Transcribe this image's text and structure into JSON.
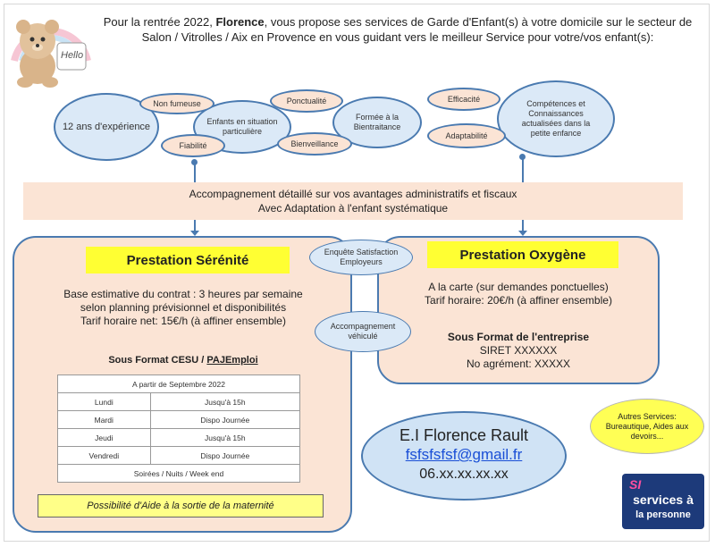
{
  "intro": {
    "part1": "Pour la rentrée 2022, ",
    "name": "Florence",
    "part2": ", vous propose ses services de Garde d'Enfant(s)  à votre domicile sur le secteur de Salon / Vitrolles / Aix en Provence en vous guidant vers le meilleur Service pour votre/vos enfant(s):"
  },
  "logo_hello": "Hello",
  "bubbles": {
    "experience": "12 ans d'expérience",
    "non_fumeuse": "Non fumeuse",
    "fiabilite": "Fiabilité",
    "enfants": "Enfants en situation particulière",
    "ponctualite": "Ponctualité",
    "bienveillance": "Bienveillance",
    "formee": "Formée à la Bientraitance",
    "efficacite": "Efficacité",
    "adaptabilite": "Adaptabilité",
    "competences": "Compétences et Connaissances actualisées dans la petite enfance"
  },
  "band": {
    "line1": "Accompagnement  détaillé  sur vos avantages administratifs et fiscaux",
    "line2": "Avec Adaptation à l'enfant systématique"
  },
  "serenite": {
    "title": "Prestation  Sérénité",
    "line1": "Base estimative du contrat : 3 heures par semaine",
    "line2": "selon planning prévisionnel et disponibilités",
    "line3": "Tarif horaire net: 15€/h (à affiner  ensemble)",
    "format_prefix": "Sous Format CESU / ",
    "format_link": "PAJEmploi",
    "schedule_header": "A partir de Septembre 2022",
    "schedule": [
      {
        "day": "Lundi",
        "hours": "Jusqu'à 15h"
      },
      {
        "day": "Mardi",
        "hours": "Dispo Journée"
      },
      {
        "day": "Jeudi",
        "hours": "Jusqu'à 15h"
      },
      {
        "day": "Vendredi",
        "hours": "Dispo Journée"
      }
    ],
    "schedule_footer": "Soirées / Nuits / Week end",
    "maternite": "Possibilité d'Aide à la sortie de la maternité"
  },
  "middle": {
    "enquete": "Enquête Satisfaction Employeurs",
    "vehicule": "Accompagnement véhiculé"
  },
  "oxygene": {
    "title": "Prestation Oxygène",
    "line1": "A la carte (sur demandes ponctuelles)",
    "line2": "Tarif horaire: 20€/h (à affiner ensemble)",
    "format": "Sous Format de l'entreprise",
    "siret": "SIRET XXXXXX",
    "agrement": "No agrément: XXXXX"
  },
  "contact": {
    "name": "E.I Florence Rault",
    "email": "fsfsfsfsf@gmail.fr",
    "phone": "06.xx.xx.xx.xx"
  },
  "autres": "Autres Services: Bureautique, Aides aux devoirs...",
  "sap_logo": {
    "si": "SI",
    "line1": "services à",
    "line2": "la personne"
  },
  "colors": {
    "outline_blue": "#4a7ab0",
    "light_blue": "#dbe9f7",
    "peach": "#fbe4d5",
    "yellow": "#ffff33",
    "logo_navy": "#1d3a7a"
  }
}
